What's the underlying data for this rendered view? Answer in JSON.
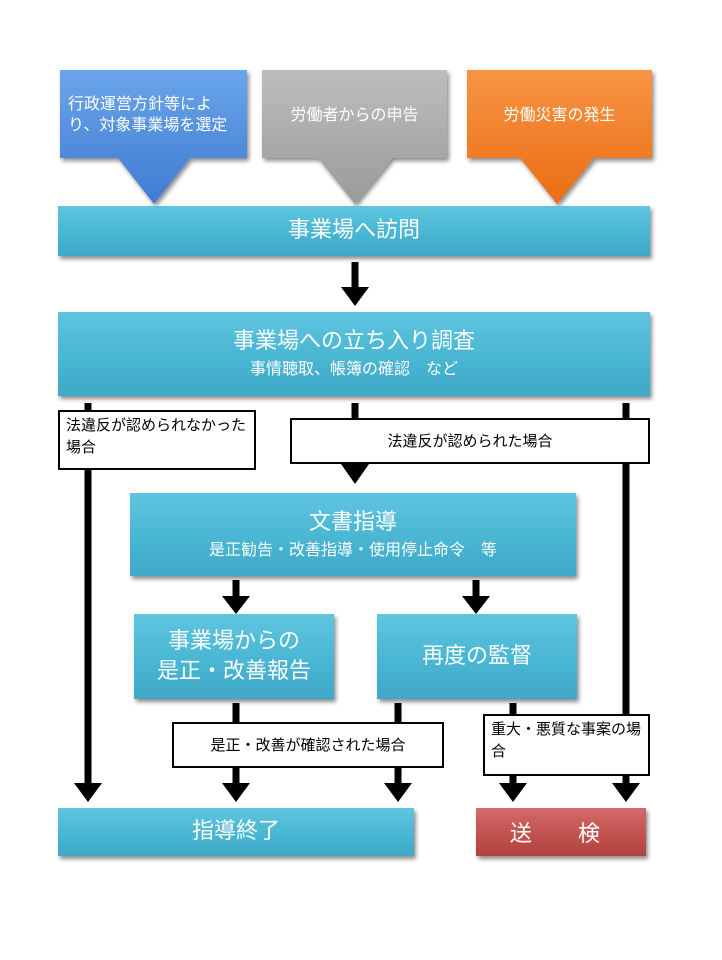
{
  "colors": {
    "trigger_blue": "#4a86d8",
    "trigger_gray": "#a6a6a6",
    "trigger_orange": "#f0781e",
    "step_teal": "#4bb6d3",
    "result_red": "#c0504d",
    "arrow": "#000000"
  },
  "triggers": {
    "administrative_policy": "行政運営方針等により、対象事業場を選定",
    "worker_report": "労働者からの申告",
    "industrial_accident": "労働災害の発生"
  },
  "steps": {
    "visit": "事業場へ訪問",
    "inspection_title": "事業場への立ち入り調査",
    "inspection_detail": "事情聴取、帳簿の確認　など",
    "written_guidance_title": "文書指導",
    "written_guidance_detail": "是正勧告・改善指導・使用停止命令　等",
    "correction_report_line1": "事業場からの",
    "correction_report_line2": "是正・改善報告",
    "re_supervision": "再度の監督"
  },
  "conditions": {
    "no_violation": "法違反が認められなかった場合",
    "violation_found": "法違反が認められた場合",
    "correction_confirmed": "是正・改善が確認された場合",
    "serious_case": "重大・悪質な事案の場合"
  },
  "results": {
    "guidance_end": "指導終了",
    "referral": "送　検"
  }
}
